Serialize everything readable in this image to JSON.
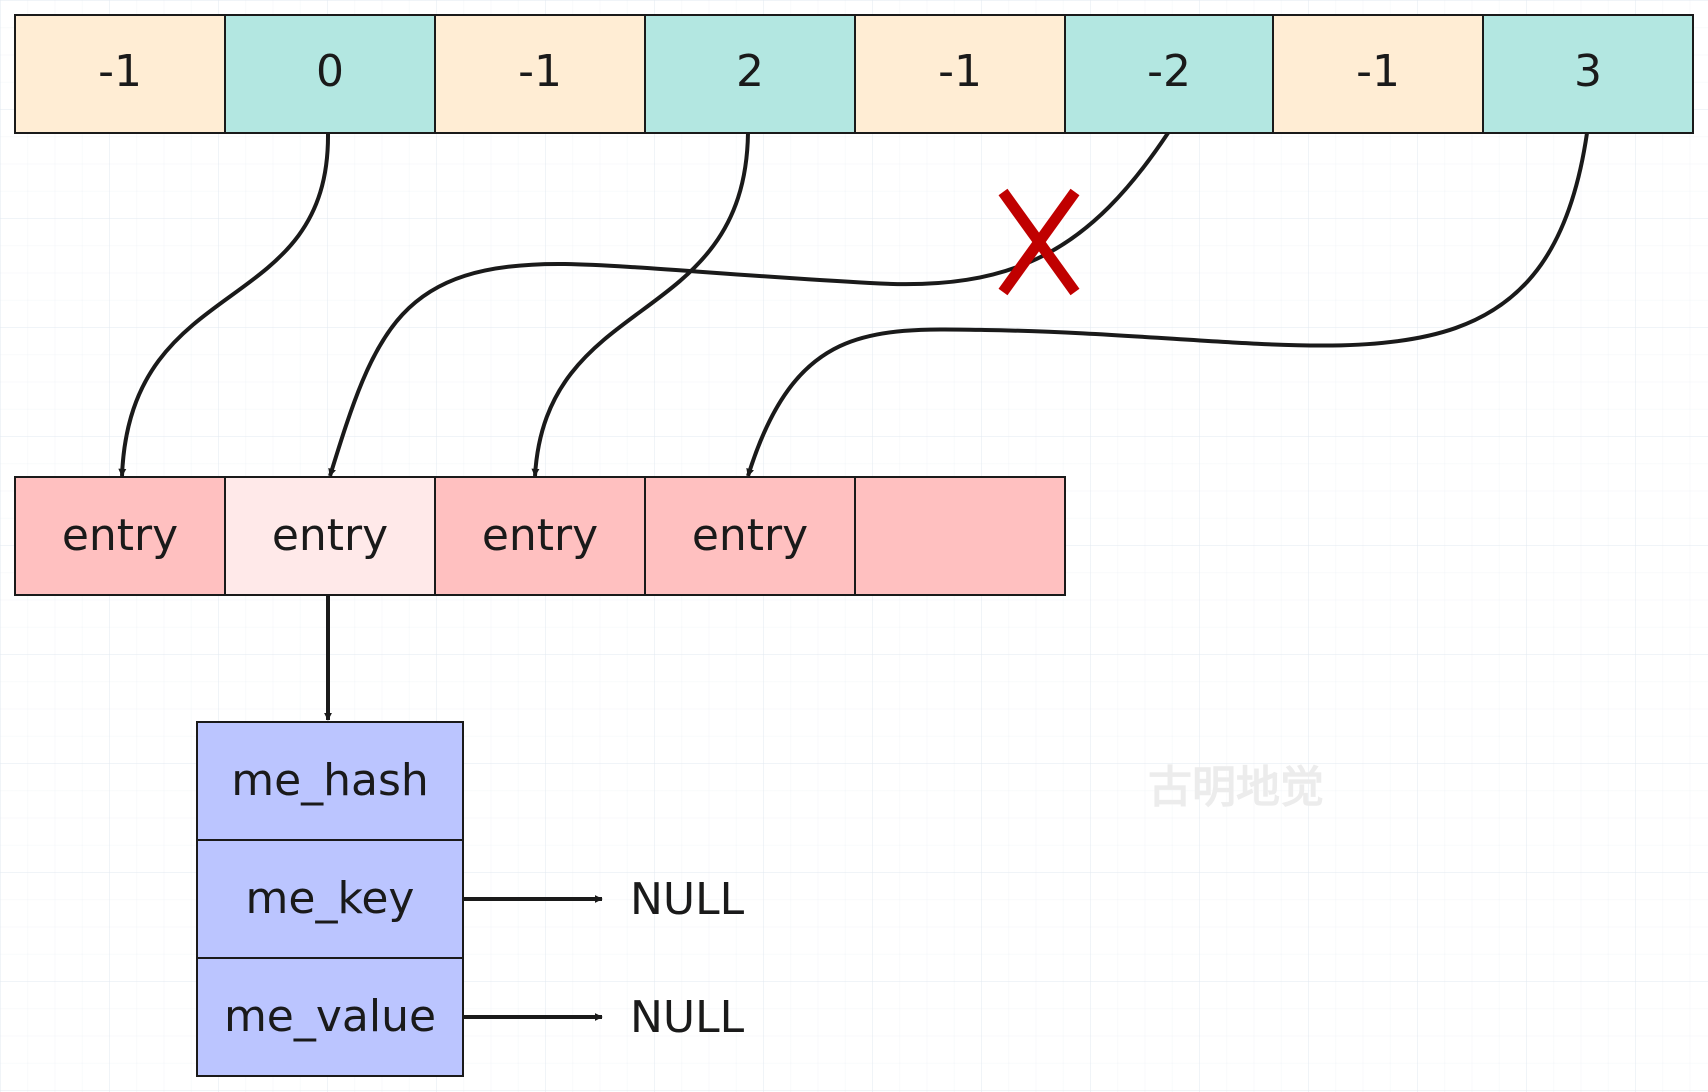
{
  "indices": {
    "values": [
      "-1",
      "0",
      "-1",
      "2",
      "-1",
      "-2",
      "-1",
      "3"
    ],
    "kinds": [
      "empty",
      "used",
      "empty",
      "used",
      "empty",
      "used",
      "empty",
      "used"
    ]
  },
  "entries": {
    "labels": [
      "entry",
      "entry",
      "entry",
      "entry",
      ""
    ],
    "kinds": [
      "active",
      "deleted",
      "active",
      "active",
      "active"
    ]
  },
  "entry_struct": {
    "fields": [
      "me_hash",
      "me_key",
      "me_value"
    ]
  },
  "null_labels": {
    "key": "NULL",
    "value": "NULL"
  },
  "watermark": "古明地觉",
  "colors": {
    "index_empty": "#ffedd4",
    "index_used": "#b3e7e1",
    "entry_active": "#ffc0c0",
    "entry_deleted": "#ffe9e9",
    "struct_fill": "#bbc5ff",
    "border": "#1a1a1a",
    "cross": "#c00000",
    "arrow": "#1a1a1a"
  }
}
